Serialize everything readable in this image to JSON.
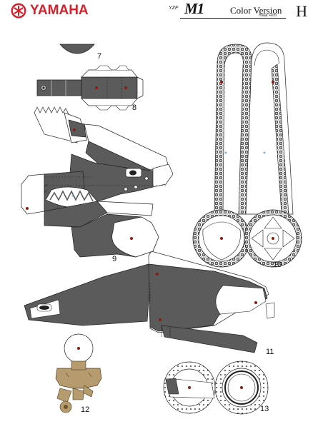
{
  "header": {
    "brand": "YAMAHA",
    "model_small": "YZF",
    "model": "M1",
    "version": "Color Version",
    "subtitle": "Rear Arm",
    "sheet": "H"
  },
  "parts": {
    "p7": "7",
    "p8": "8",
    "p9": "9",
    "p10": "10",
    "p11": "11",
    "p12": "12",
    "p13": "13"
  },
  "colors": {
    "brand_red": "#d6202a",
    "panel_gray": "#5b5b5b",
    "line": "#222222",
    "hole": "#8a1b12",
    "bronze": "#b59b6e",
    "mark_blue": "#3aa0e0"
  }
}
